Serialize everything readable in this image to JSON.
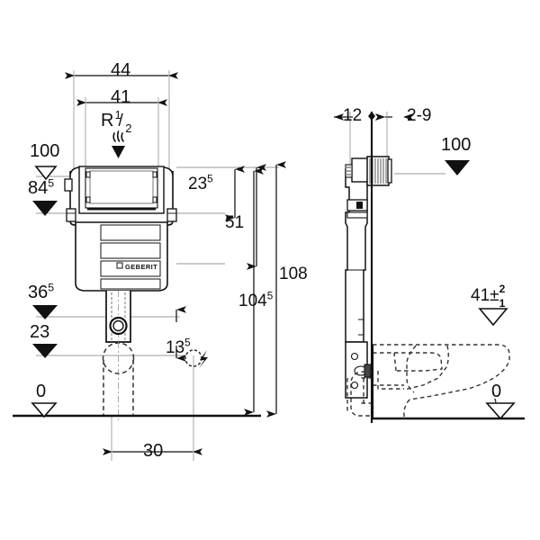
{
  "drawing": {
    "title": "Geberit concealed cistern installation drawing",
    "brand_logo": "GEBERIT",
    "line_color": "#1a1a1a",
    "thin_color": "#7a7a7a",
    "dashed_color": "#555555",
    "background": "#ffffff"
  },
  "front_view": {
    "dimensions": {
      "width_outer": "44",
      "width_inner": "41",
      "connection": "R",
      "connection_fraction_num": "1",
      "connection_fraction_den": "2",
      "top_to_inlet": "23",
      "top_to_inlet_sup": "5",
      "height_51": "51",
      "height_108": "108",
      "height_104": "104",
      "height_104_sup": "5",
      "offset_13": "13",
      "offset_13_sup": "5",
      "base_offset_30": "30"
    },
    "levels": [
      {
        "name": "level-100",
        "value": "100",
        "sup": "",
        "marker": "hollow-triangle"
      },
      {
        "name": "level-84-5",
        "value": "84",
        "sup": "5",
        "marker": "filled-triangle"
      },
      {
        "name": "level-36-5",
        "value": "36",
        "sup": "5",
        "marker": "filled-triangle"
      },
      {
        "name": "level-23",
        "value": "23",
        "sup": "",
        "marker": "filled-triangle"
      },
      {
        "name": "level-0",
        "value": "0",
        "sup": "",
        "marker": "hollow-triangle"
      }
    ],
    "symbols": [
      {
        "name": "water-inlet-flow-symbol",
        "glyph": "wavy-flow"
      },
      {
        "name": "electrical-connection-icon",
        "glyph": "lightning-bolt"
      }
    ]
  },
  "side_view": {
    "dimensions": {
      "wall_thickness": "12",
      "finish_range": "2-9"
    },
    "levels": [
      {
        "name": "level-100-side",
        "value": "100",
        "sup": "",
        "marker": "filled-triangle"
      },
      {
        "name": "level-41-tolerance",
        "value": "41",
        "sup": "2",
        "sub": "1",
        "marker": "hollow-triangle"
      },
      {
        "name": "level-0-side",
        "value": "0",
        "sup": "",
        "marker": "hollow-triangle"
      }
    ],
    "elements": [
      {
        "name": "wc-bowl-outline",
        "style": "dashed"
      },
      {
        "name": "flush-pipe-outline",
        "style": "dashed"
      },
      {
        "name": "cistern-body",
        "style": "solid"
      }
    ]
  }
}
